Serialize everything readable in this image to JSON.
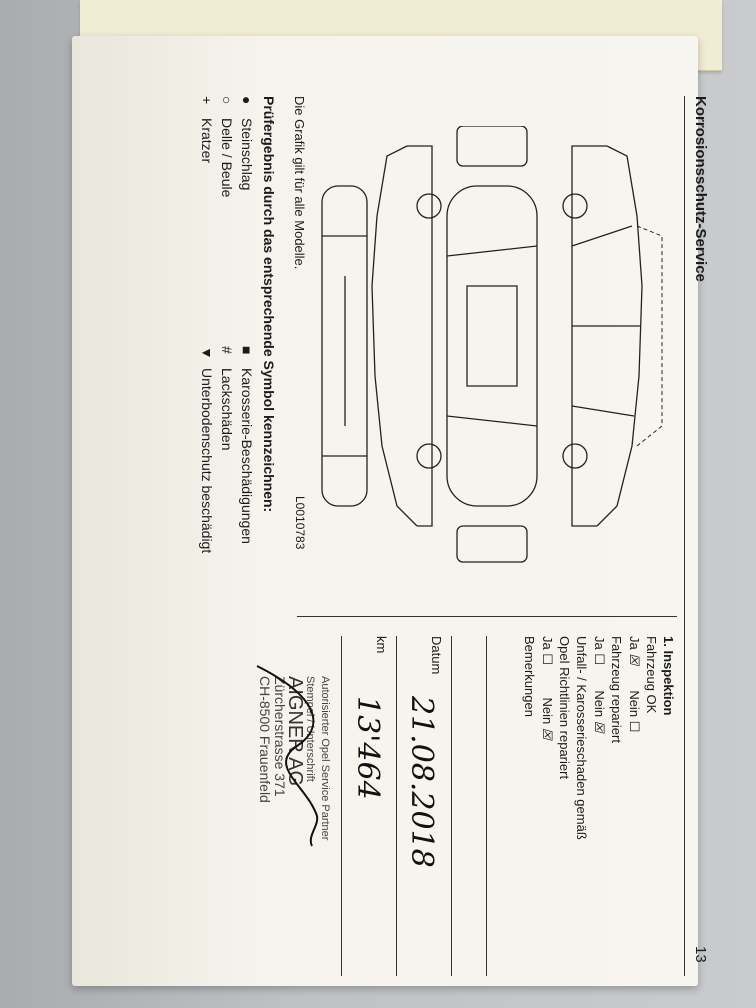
{
  "header": {
    "title": "Korrosionsschutz-Service",
    "page_number": "13"
  },
  "note": "Die Grafik gilt für alle Modelle.",
  "figure_code": "L0010783",
  "inspection": {
    "heading": "1. Inspektion",
    "vehicle_ok": "Fahrzeug OK",
    "yes": "Ja",
    "no": "Nein",
    "vehicle_repaired": "Fahrzeug repariert",
    "accident_line1": "Unfall- / Karosserieschaden gemäß",
    "accident_line2": "Opel Richtlinien repariert",
    "remarks": "Bemerkungen",
    "box_empty": "☐",
    "box_checked": "☒"
  },
  "fields": {
    "date_label": "Datum",
    "date_value": "21.08.2018",
    "km_label": "km",
    "km_value": "13'464"
  },
  "stamp": {
    "line1": "Autorisierter Opel Service Partner",
    "line2": "Stempel / Unterschrift",
    "company": "AIGNER AG",
    "street": "Zürcherstrasse 371",
    "city": "CH-8500 Frauenfeld"
  },
  "legend": {
    "title": "Prüfergebnis durch das entsprechende Symbol kennzeichnen:",
    "items": [
      {
        "symbol": "●",
        "label": "Steinschlag"
      },
      {
        "symbol": "○",
        "label": "Delle / Beule"
      },
      {
        "symbol": "+",
        "label": "Kratzer"
      },
      {
        "symbol": "■",
        "label": "Karosserie-Beschädigungen"
      },
      {
        "symbol": "#",
        "label": "Lackschäden"
      },
      {
        "symbol": "▼",
        "label": "Unterbodenschutz beschädigt"
      }
    ]
  }
}
